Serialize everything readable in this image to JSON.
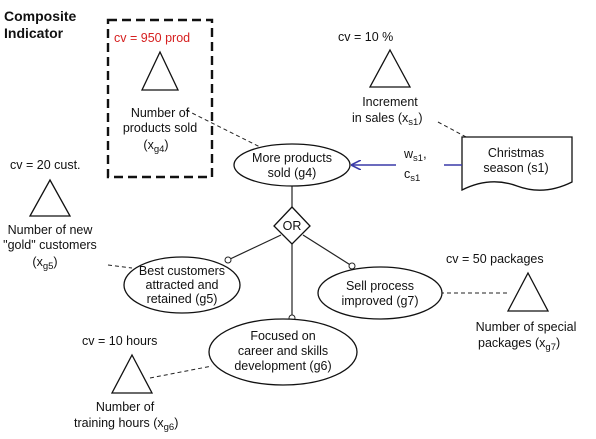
{
  "header": {
    "title_line1": "Composite",
    "title_line2": "Indicator"
  },
  "colors": {
    "highlight": "#d62020",
    "contribution_arrow": "#3a3aa8"
  },
  "goals": {
    "g4": {
      "line1": "More products",
      "line2": "sold (g4)"
    },
    "g5": {
      "line1": "Best customers",
      "line2": "attracted and",
      "line3": "retained (g5)"
    },
    "g6": {
      "line1": "Focused on",
      "line2": "career and skills",
      "line3": "development (g6)"
    },
    "g7": {
      "line1": "Sell process",
      "line2": "improved (g7)"
    }
  },
  "decomposition": {
    "label": "OR"
  },
  "situation": {
    "line1": "Christmas",
    "line2": "season (s1)"
  },
  "contribution": {
    "w_label": "w",
    "w_sub": "s1",
    "w_suffix": ",",
    "c_label": "c",
    "c_sub": "s1"
  },
  "indicators": {
    "xg4": {
      "cv": "cv = 950 prod",
      "line1": "Number of",
      "line2": "products sold",
      "sym": "(x",
      "sub": "g4",
      "close": ")"
    },
    "xs1": {
      "cv": "cv = 10 %",
      "line1": "Increment",
      "line2": "in sales (x",
      "sub": "s1",
      "close": ")"
    },
    "xg5": {
      "cv": "cv = 20 cust.",
      "line1": "Number of new",
      "line2": "\"gold\" customers",
      "sym": "(x",
      "sub": "g5",
      "close": ")"
    },
    "xg6": {
      "cv": "cv = 10 hours",
      "line1": "Number of",
      "line2": "training hours (x",
      "sub": "g6",
      "close": ")"
    },
    "xg7": {
      "cv": "cv = 50 packages",
      "line1": "Number of special",
      "line2": "packages (x",
      "sub": "g7",
      "close": ")"
    }
  }
}
